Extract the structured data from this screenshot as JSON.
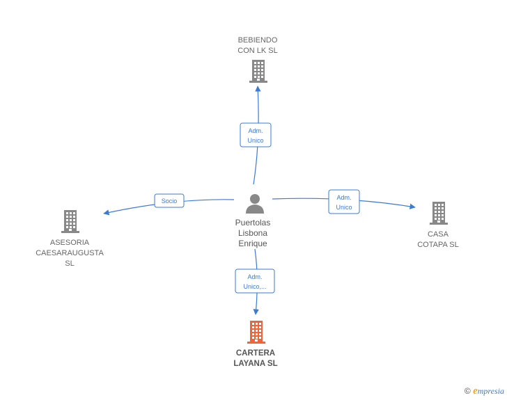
{
  "colors": {
    "edge": "#3a7bd5",
    "building": "#888888",
    "building_focus": "#f0643c",
    "person": "#888888"
  },
  "center": {
    "lines": [
      "Puertolas",
      "Lisbona",
      "Enrique"
    ],
    "icon": "person-icon"
  },
  "companies": [
    {
      "id": "bebiendo",
      "lines": [
        "BEBIENDO",
        "CON LK  SL"
      ],
      "icon": "building-icon"
    },
    {
      "id": "asesoria",
      "lines": [
        "ASESORIA",
        "CAESARAUGUSTA",
        "SL"
      ],
      "icon": "building-icon"
    },
    {
      "id": "casa",
      "lines": [
        "CASA",
        "COTAPA  SL"
      ],
      "icon": "building-icon"
    },
    {
      "id": "cartera",
      "lines": [
        "CARTERA",
        "LAYANA  SL"
      ],
      "icon": "building-icon",
      "focus": true
    }
  ],
  "edges": [
    {
      "to": "bebiendo",
      "label": [
        "Adm.",
        "Unico"
      ]
    },
    {
      "to": "asesoria",
      "label": [
        "Socio"
      ]
    },
    {
      "to": "casa",
      "label": [
        "Adm.",
        "Unico"
      ]
    },
    {
      "to": "cartera",
      "label": [
        "Adm.",
        "Unico,..."
      ]
    }
  ],
  "watermark": {
    "symbol": "©",
    "brand_initial": "e",
    "brand_rest": "mpresia"
  }
}
